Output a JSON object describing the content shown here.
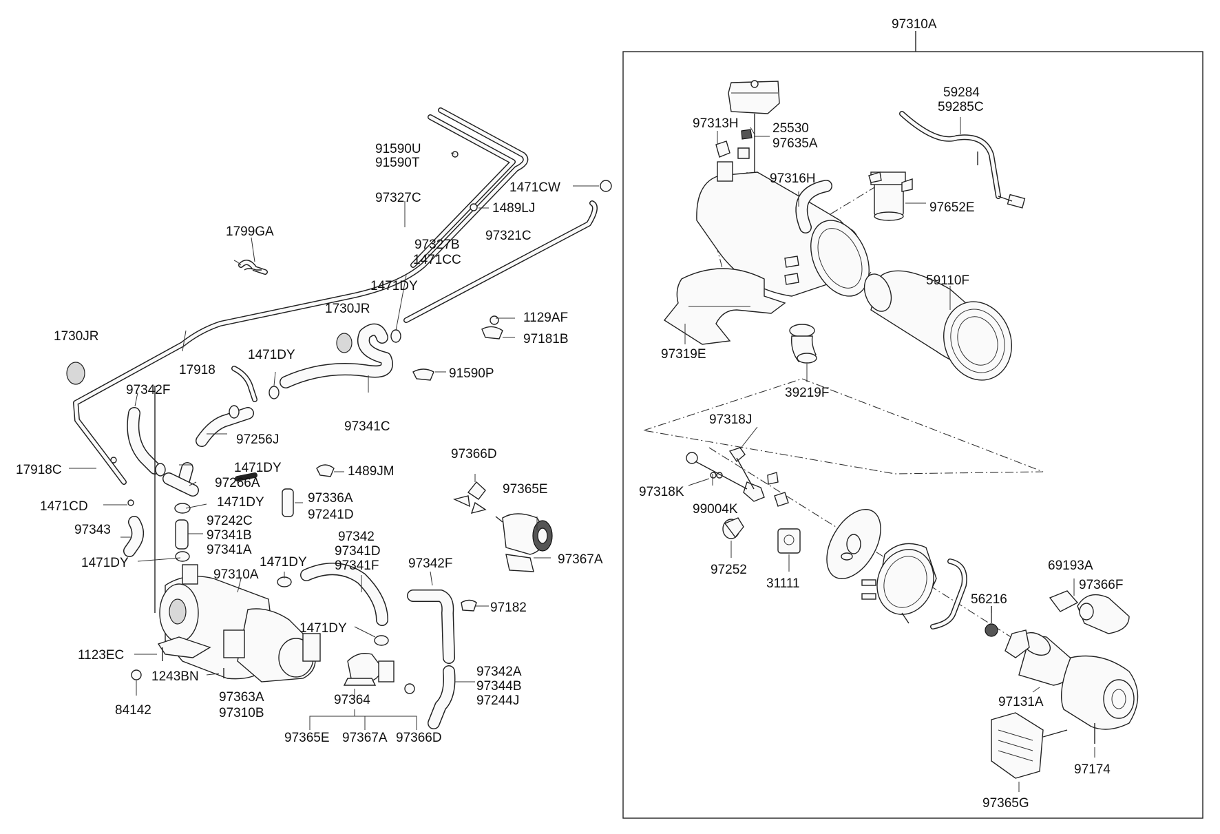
{
  "labels": {
    "l97310A_top": "97310A",
    "l59284": "59284",
    "l59285C": "59285C",
    "l97313H": "97313H",
    "l25530": "25530",
    "l97635A": "97635A",
    "l97316H": "97316H",
    "l97652E": "97652E",
    "l59110F": "59110F",
    "l97319E": "97319E",
    "l39219F": "39219F",
    "l97318J": "97318J",
    "l97318K": "97318K",
    "l99004K": "99004K",
    "l97252": "97252",
    "l31111": "31111",
    "l56216": "56216",
    "l69193A": "69193A",
    "l97366F": "97366F",
    "l97131A": "97131A",
    "l97174": "97174",
    "l97365G": "97365G",
    "l91590U": "91590U",
    "l91590T": "91590T",
    "l1471CW": "1471CW",
    "l97327C": "97327C",
    "l1489LJ": "1489LJ",
    "l1799GA": "1799GA",
    "l97327B": "97327B",
    "l1471CC": "1471CC",
    "l97321C": "97321C",
    "l1471DY_a": "1471DY",
    "l1730JR_a": "1730JR",
    "l1129AF": "1129AF",
    "l97181B": "97181B",
    "l1730JR_b": "1730JR",
    "l1471DY_b": "1471DY",
    "l17918": "17918",
    "l91590P": "91590P",
    "l97342F_a": "97342F",
    "l97341C": "97341C",
    "l97256J": "97256J",
    "l17918C": "17918C",
    "l1471DY_c": "1471DY",
    "l97266A": "97266A",
    "l1489JM": "1489JM",
    "l97366D_a": "97366D",
    "l97365E_a": "97365E",
    "l1471CD": "1471CD",
    "l1471DY_d": "1471DY",
    "l97336A": "97336A",
    "l97242C": "97242C",
    "l97241D": "97241D",
    "l97343": "97343",
    "l97341B": "97341B",
    "l97341A": "97341A",
    "l97342": "97342",
    "l97341D": "97341D",
    "l97341F": "97341F",
    "l1471DY_e": "1471DY",
    "l97310A_mid": "97310A",
    "l1471DY_f": "1471DY",
    "l97342F_b": "97342F",
    "l97367A_a": "97367A",
    "l97182": "97182",
    "l1471DY_g": "1471DY",
    "l1123EC": "1123EC",
    "l1243BN": "1243BN",
    "l97363A": "97363A",
    "l97310B": "97310B",
    "l84142": "84142",
    "l97342A": "97342A",
    "l97344B": "97344B",
    "l97244J": "97244J",
    "l97364": "97364",
    "l97365E_b": "97365E",
    "l97367A_b": "97367A",
    "l97366D_b": "97366D"
  }
}
